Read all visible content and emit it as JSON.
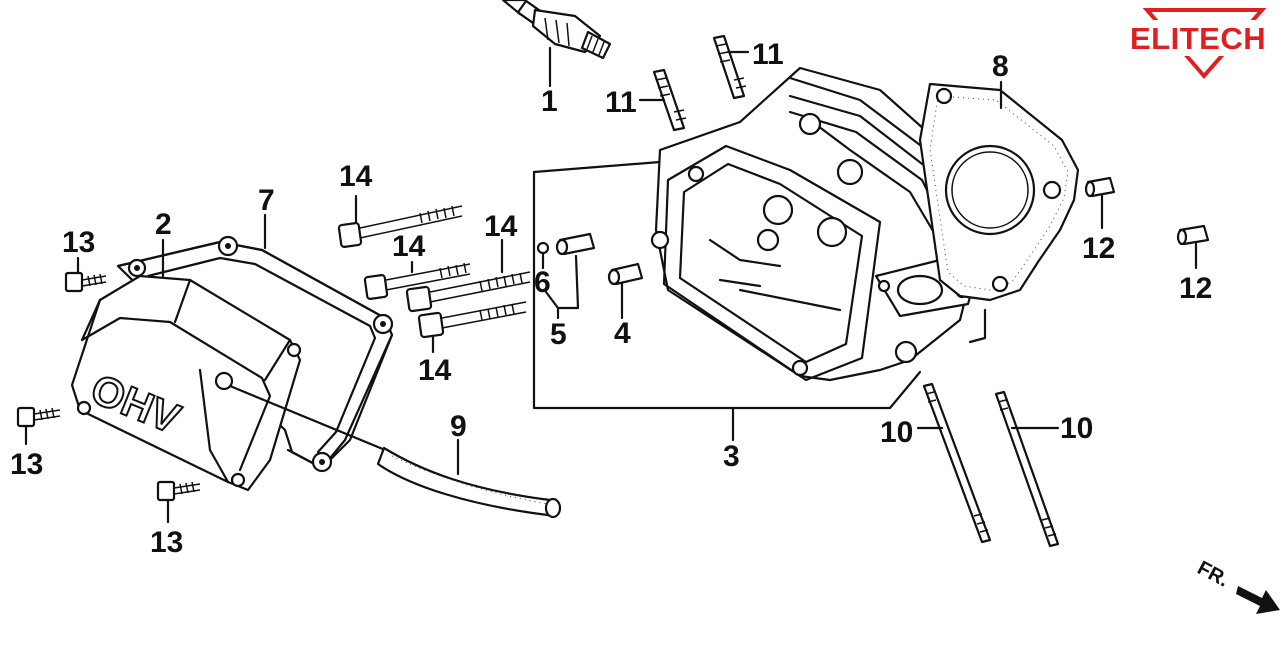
{
  "brand": {
    "name": "ELITECH",
    "color": "#e02020"
  },
  "direction_label": "FR.",
  "box_text": "OHV",
  "callouts": [
    {
      "id": "c1",
      "text": "1"
    },
    {
      "id": "c2",
      "text": "2"
    },
    {
      "id": "c3",
      "text": "3"
    },
    {
      "id": "c4",
      "text": "4"
    },
    {
      "id": "c5",
      "text": "5"
    },
    {
      "id": "c6",
      "text": "6"
    },
    {
      "id": "c7",
      "text": "7"
    },
    {
      "id": "c8",
      "text": "8"
    },
    {
      "id": "c9",
      "text": "9"
    },
    {
      "id": "c10a",
      "text": "10"
    },
    {
      "id": "c10b",
      "text": "10"
    },
    {
      "id": "c11a",
      "text": "11"
    },
    {
      "id": "c11b",
      "text": "11"
    },
    {
      "id": "c12a",
      "text": "12"
    },
    {
      "id": "c12b",
      "text": "12"
    },
    {
      "id": "c13a",
      "text": "13"
    },
    {
      "id": "c13b",
      "text": "13"
    },
    {
      "id": "c13c",
      "text": "13"
    },
    {
      "id": "c14a",
      "text": "14"
    },
    {
      "id": "c14b",
      "text": "14"
    },
    {
      "id": "c14c",
      "text": "14"
    },
    {
      "id": "c14d",
      "text": "14"
    }
  ]
}
